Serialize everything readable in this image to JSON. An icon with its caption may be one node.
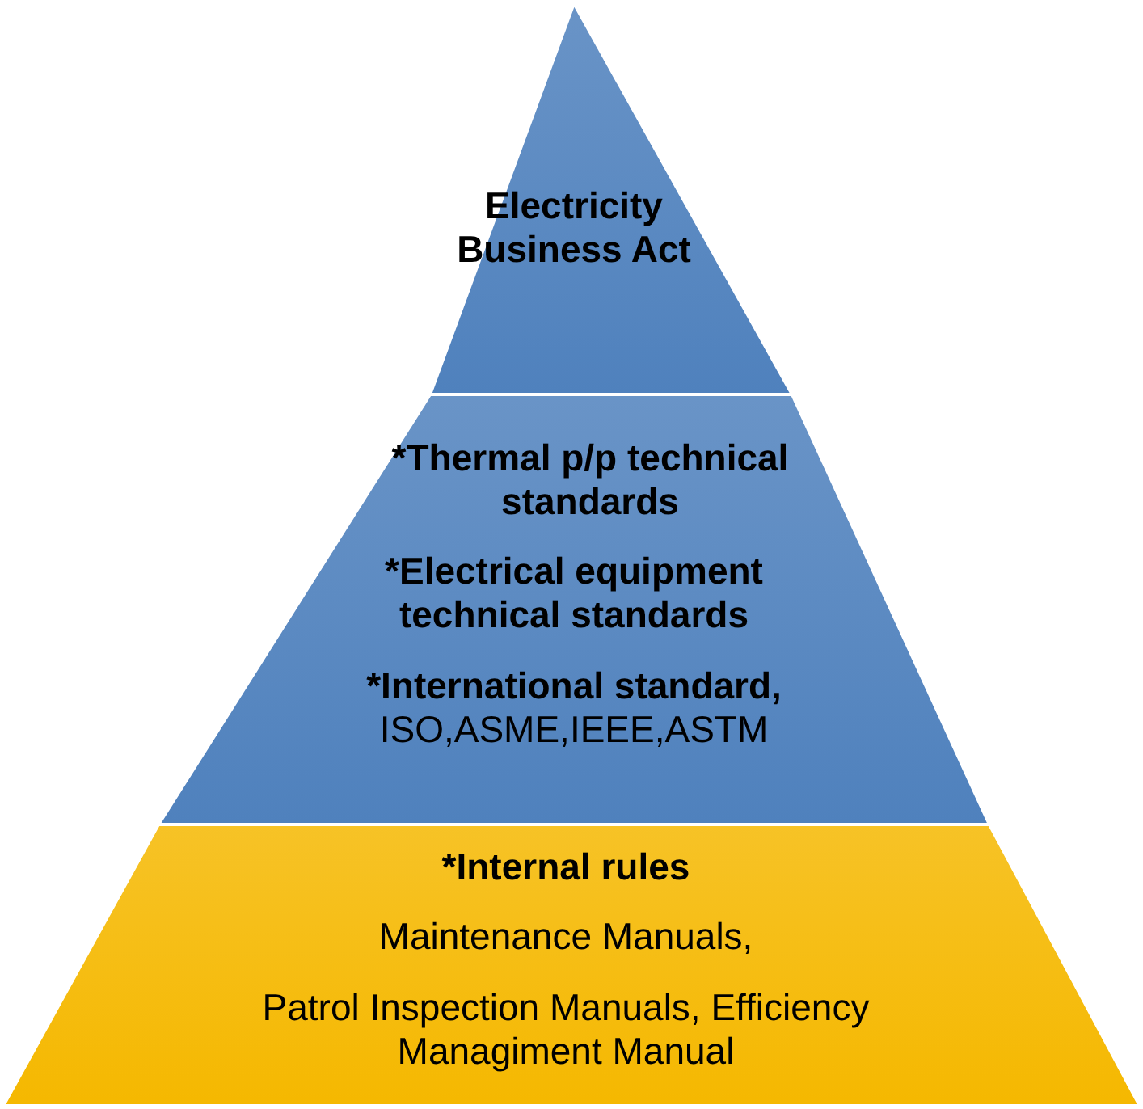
{
  "diagram": {
    "nodes": [
      {
        "text": [
          "Electricity Business Act"
        ]
      },
      {
        "text": [
          "*Thermal p/p technical standards",
          "*Electrical equipment technical standards",
          "*International standard,",
          "ISO,ASME,IEEE,ASTM"
        ]
      },
      {
        "text": [
          "*Internal rules",
          "Maintenance Manuals,",
          "Patrol Inspection Manuals, Efficiency Managiment Manual"
        ]
      }
    ]
  }
}
